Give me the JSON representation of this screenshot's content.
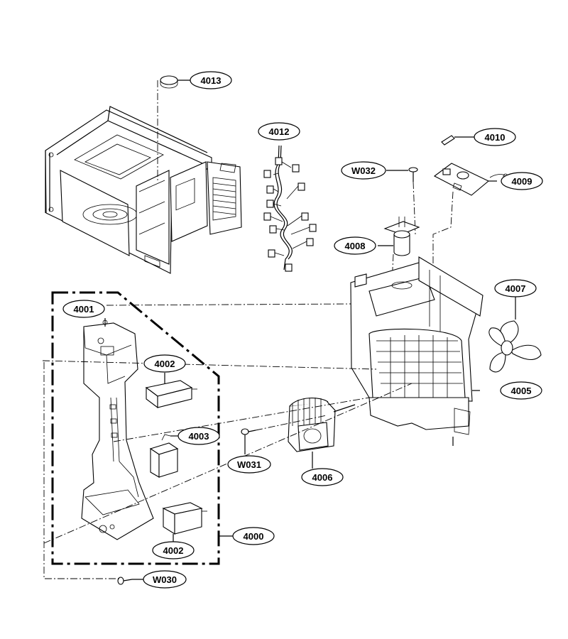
{
  "diagram": {
    "labels": [
      {
        "id": "l4013",
        "text": "4013"
      },
      {
        "id": "l4012",
        "text": "4012"
      },
      {
        "id": "l4010",
        "text": "4010"
      },
      {
        "id": "lW032",
        "text": "W032"
      },
      {
        "id": "l4009",
        "text": "4009"
      },
      {
        "id": "l4008",
        "text": "4008"
      },
      {
        "id": "l4007",
        "text": "4007"
      },
      {
        "id": "l4001",
        "text": "4001"
      },
      {
        "id": "l4002a",
        "text": "4002"
      },
      {
        "id": "l4003",
        "text": "4003"
      },
      {
        "id": "l4005",
        "text": "4005"
      },
      {
        "id": "lW031",
        "text": "W031"
      },
      {
        "id": "l4006",
        "text": "4006"
      },
      {
        "id": "l4002b",
        "text": "4002"
      },
      {
        "id": "l4000",
        "text": "4000"
      },
      {
        "id": "lW030",
        "text": "W030"
      }
    ]
  }
}
